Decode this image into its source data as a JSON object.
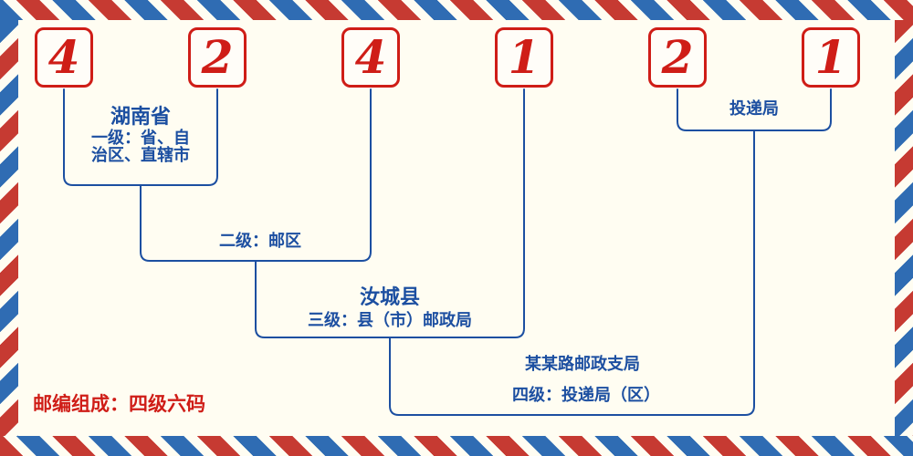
{
  "colors": {
    "red": "#cf1d17",
    "blue": "#1c4fa1",
    "stripe-red": "#c63a32",
    "stripe-blue": "#2f6cb3",
    "bg": "#fffdf2"
  },
  "digits": [
    "4",
    "2",
    "4",
    "1",
    "2",
    "1"
  ],
  "levels": {
    "level1": {
      "region": "湖南省",
      "desc": "一级：省、自\n治区、直辖市"
    },
    "level2": {
      "desc": "二级：邮区"
    },
    "level3": {
      "region": "汝城县",
      "desc": "三级：县（市）邮政局"
    },
    "level4": {
      "branch": "某某路邮政支局",
      "desc": "四级：投递局（区）"
    },
    "delivery": {
      "label": "投递局"
    }
  },
  "footer": {
    "composition": "邮编组成：四级六码"
  }
}
